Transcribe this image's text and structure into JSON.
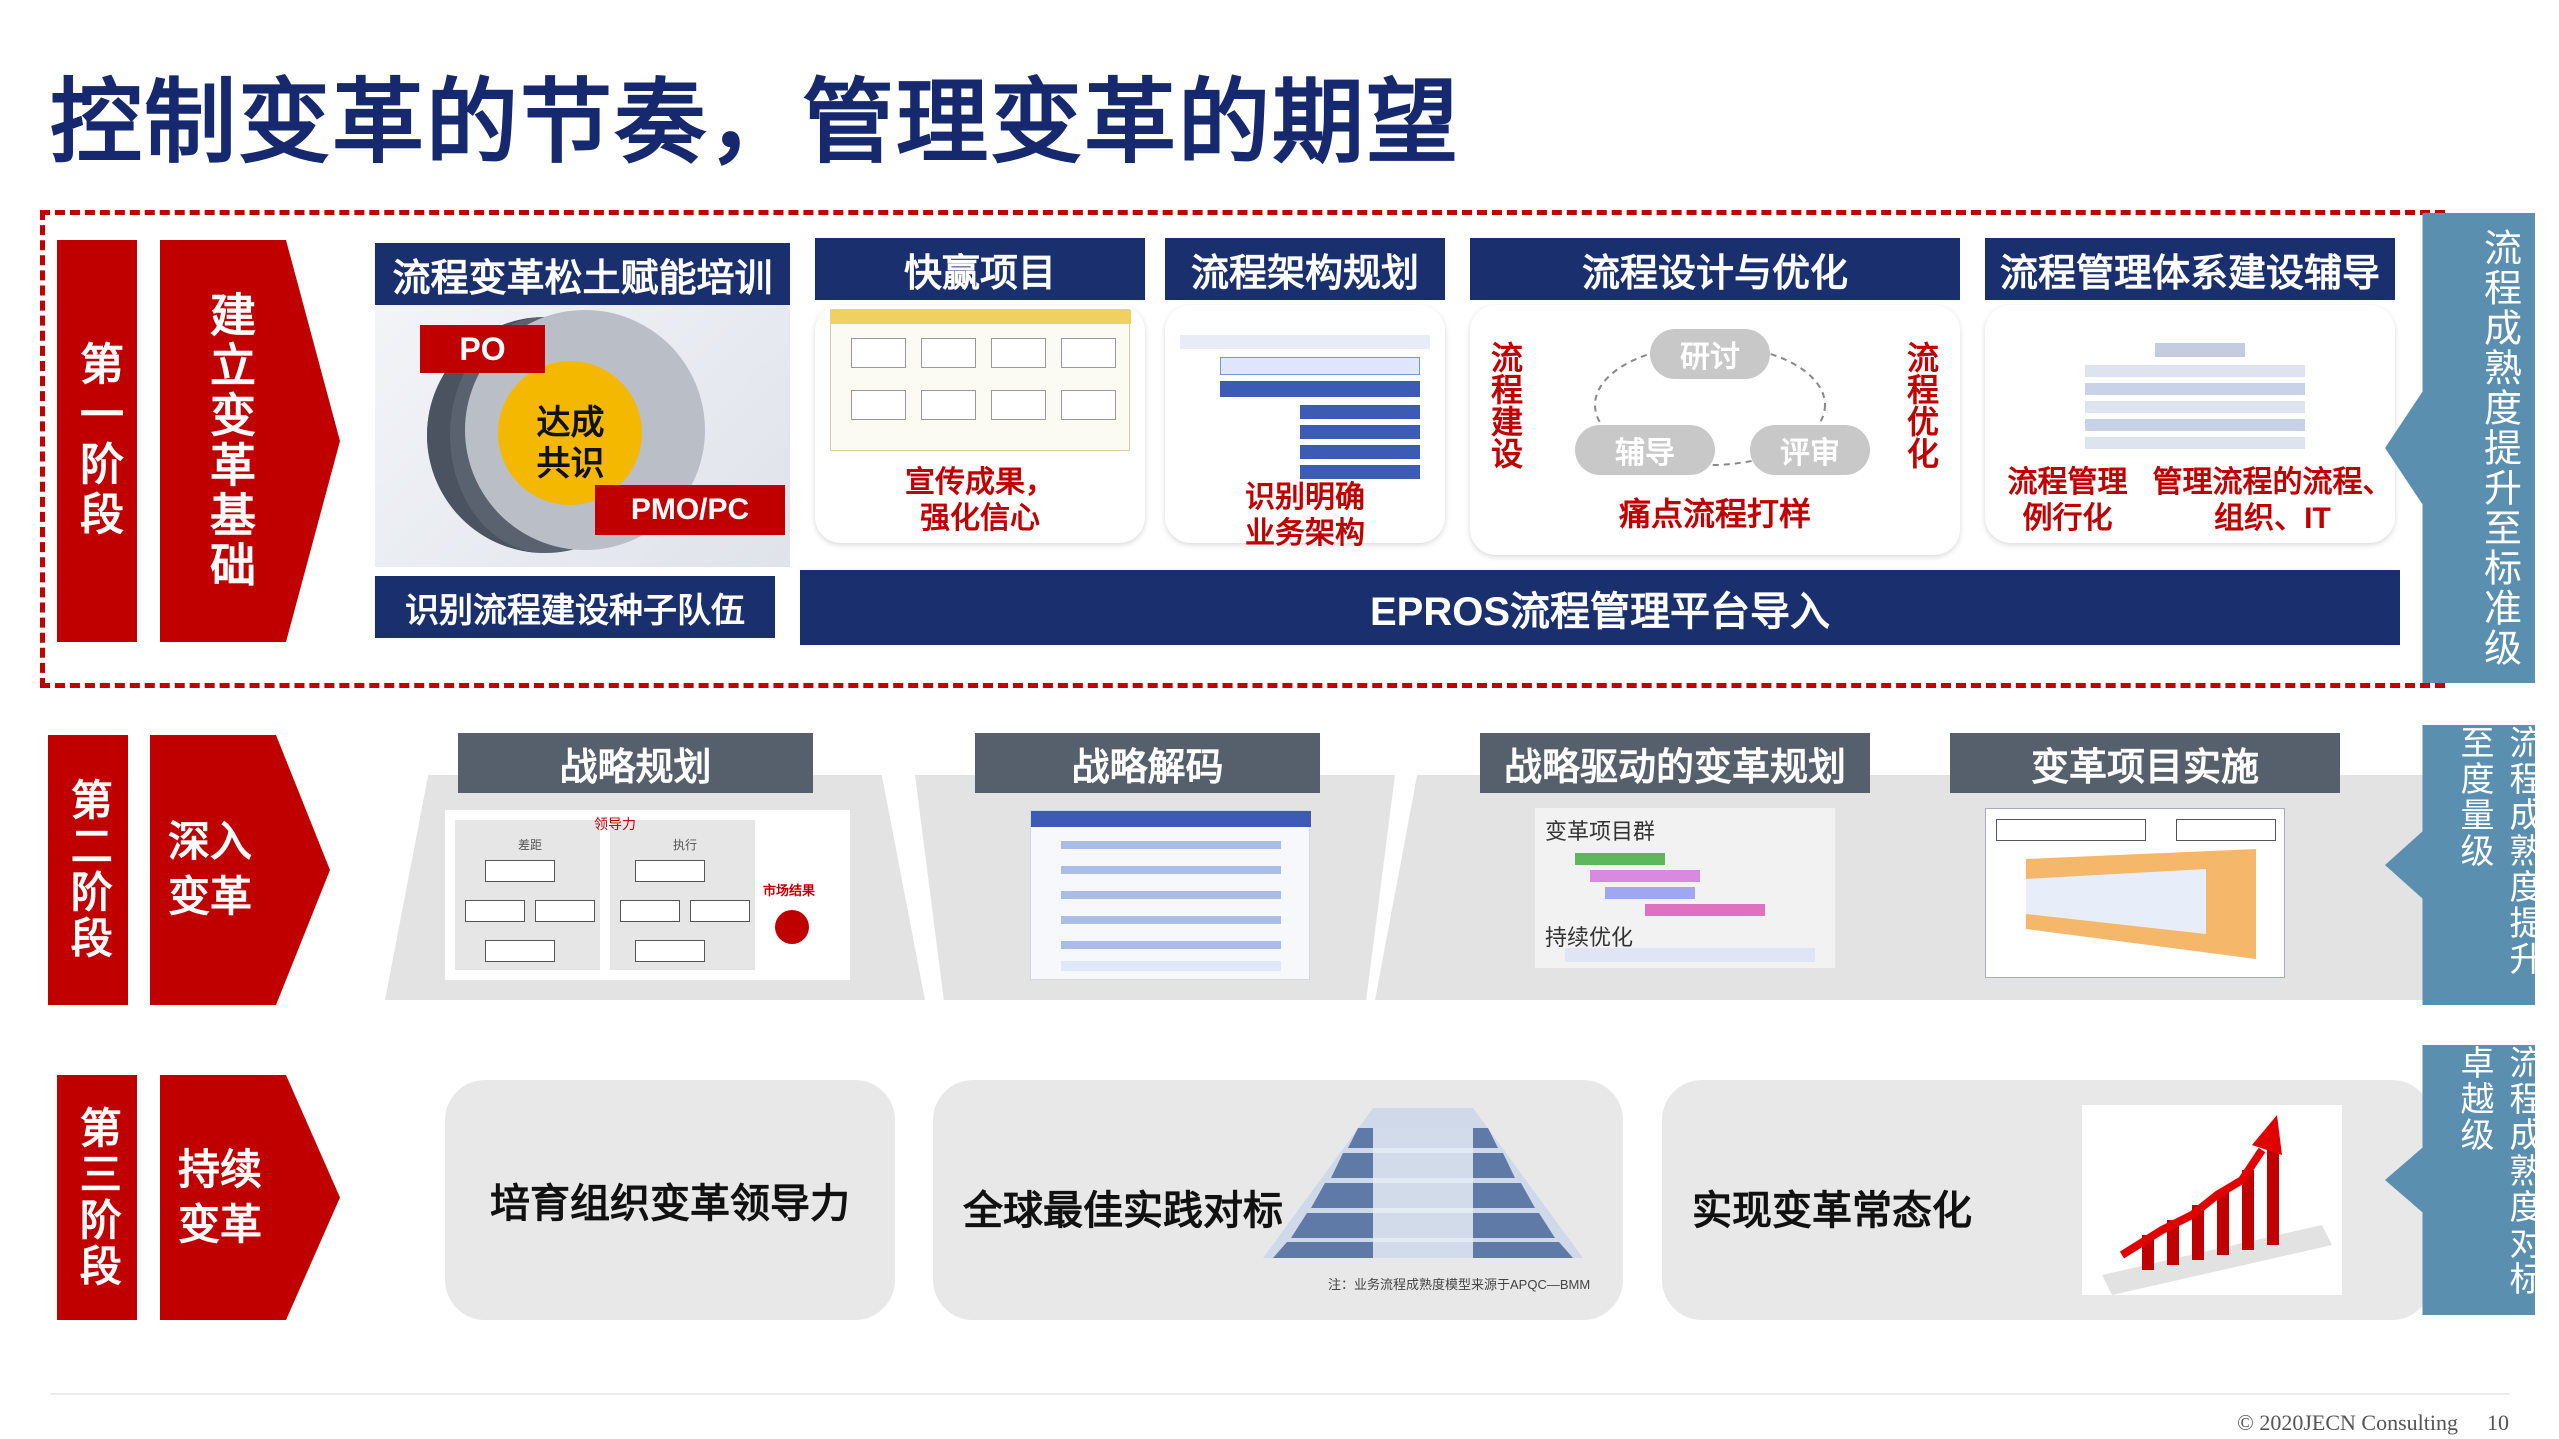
{
  "title": "控制变革的节奏，管理变革的期望",
  "stage1": {
    "stage_label": "第一阶段",
    "chevron": "建立变革基础",
    "training": {
      "header": "流程变革松土赋能培训",
      "po": "PO",
      "pmo": "PMO/PC",
      "center": "达成共识",
      "footer": "识别流程建设种子队伍"
    },
    "quickwin": {
      "header": "快赢项目",
      "caption_line1": "宣传成果，",
      "caption_line2": "强化信心"
    },
    "arch": {
      "header": "流程架构规划",
      "caption_line1": "识别明确",
      "caption_line2": "业务架构"
    },
    "design": {
      "header": "流程设计与优化",
      "left_vertical": "流程建设",
      "right_vertical": "流程优化",
      "node_top": "研讨",
      "node_left": "辅导",
      "node_right": "评审",
      "caption": "痛点流程打样"
    },
    "system": {
      "header": "流程管理体系建设辅导",
      "caption_left_line1": "流程管理",
      "caption_left_line2": "例行化",
      "caption_right_line1": "管理流程的流程、",
      "caption_right_line2": "组织、IT"
    },
    "platform": "EPROS流程管理平台导入",
    "maturity": "流程成熟度提升至标准级"
  },
  "stage2": {
    "stage_label": "第二阶段",
    "chevron_line1": "深入",
    "chevron_line2": "变革",
    "items": [
      "战略规划",
      "战略解码",
      "战略驱动的变革规划",
      "变革项目实施"
    ],
    "maturity": "流程成熟度提升至度量级",
    "diagram_labels": {
      "lead": "领导力",
      "gap": "差距",
      "exec": "执行",
      "market": "市场结果",
      "project_list": "变革项目群",
      "continuous": "持续优化"
    }
  },
  "stage3": {
    "stage_label": "第三阶段",
    "chevron_line1": "持续",
    "chevron_line2": "变革",
    "items": [
      "培育组织变革领导力",
      "全球最佳实践对标",
      "实现变革常态化"
    ],
    "pyramid_note": "注：业务流程成熟度模型来源于APQC—BMM",
    "maturity": "流程成熟度对标卓越级"
  },
  "footer": {
    "copyright": "© 2020JECN Consulting",
    "page": "10"
  },
  "colors": {
    "red": "#c00000",
    "navy": "#1a2f6e",
    "gray_header": "#56606c",
    "steel_blue": "#5b8fb0"
  }
}
